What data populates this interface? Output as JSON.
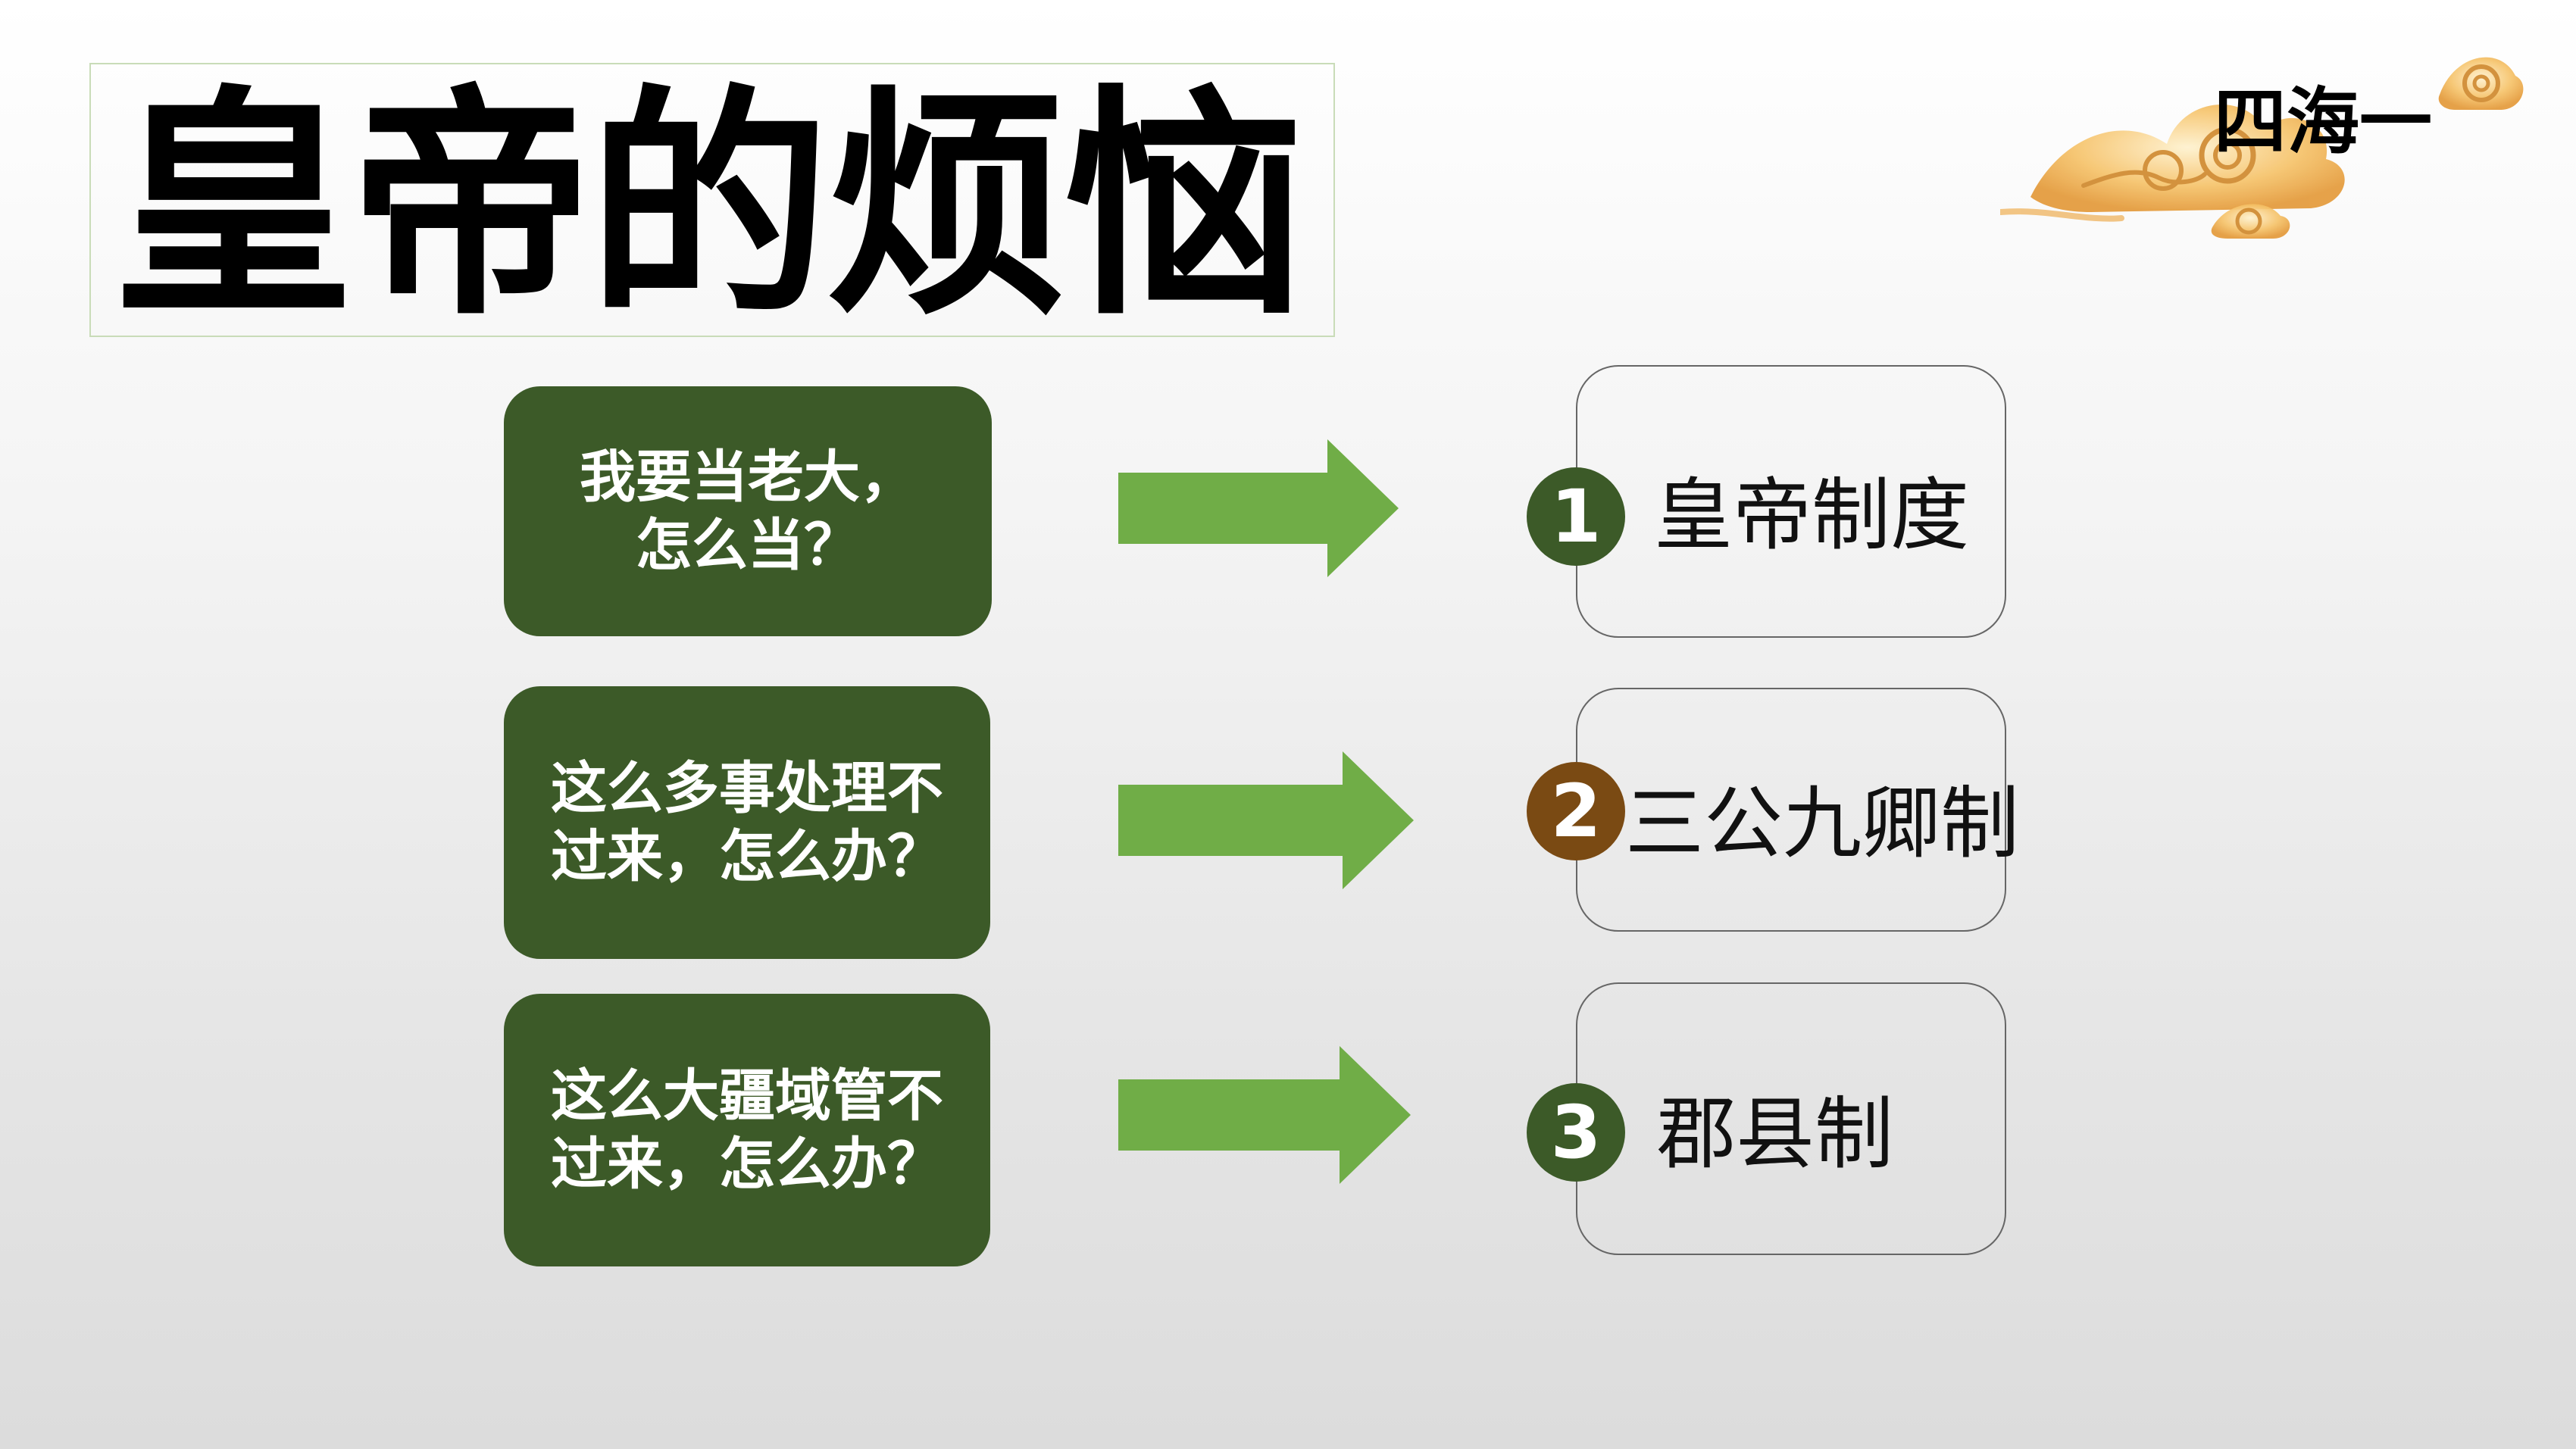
{
  "title": "皇帝的烦恼",
  "chapter_label": "四海一",
  "rows": [
    {
      "question": "我要当老大，\n怎么当？",
      "number": "1",
      "answer": "皇帝制度"
    },
    {
      "question": "这么多事处理不\n过来，怎么办？",
      "number": "2",
      "answer": "三公九卿制"
    },
    {
      "question": "这么大疆域管不\n过来，怎么办？",
      "number": "3",
      "answer": "郡县制"
    }
  ],
  "colors": {
    "question_fill": "#3c5a28",
    "arrow": "#70ad47",
    "number_green": "#3c5a28",
    "number_brown": "#7a4a13",
    "cloud": "#f3b45a"
  },
  "icons": {
    "arrow": "right-arrow-icon",
    "decoration": "auspicious-cloud-icon"
  }
}
